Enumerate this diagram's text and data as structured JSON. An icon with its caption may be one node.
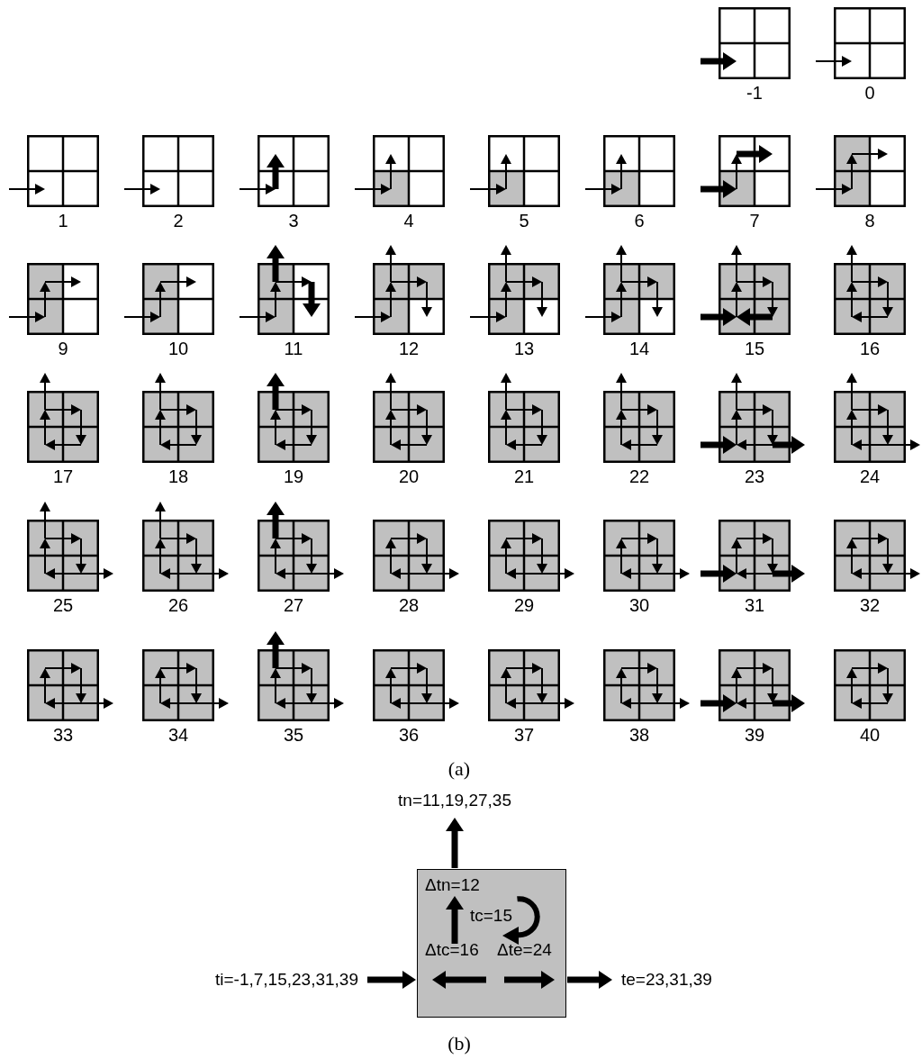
{
  "diagram": {
    "nodes": [
      {
        "text": [],
        "shape": "box",
        "beside": [
          "-1"
        ]
      },
      {
        "text": [],
        "shape": "box",
        "beside": [
          "0"
        ]
      },
      {
        "text": [],
        "shape": "box",
        "beside": [
          "1"
        ]
      },
      {
        "text": [],
        "shape": "box",
        "beside": [
          "2"
        ]
      },
      {
        "text": [],
        "shape": "box",
        "beside": [
          "3"
        ]
      },
      {
        "text": [],
        "shape": "box",
        "beside": [
          "4"
        ]
      },
      {
        "text": [],
        "shape": "box",
        "beside": [
          "5"
        ]
      },
      {
        "text": [],
        "shape": "box",
        "beside": [
          "6"
        ]
      },
      {
        "text": [],
        "shape": "box",
        "beside": [
          "7"
        ]
      },
      {
        "text": [],
        "shape": "box",
        "beside": [
          "8"
        ]
      },
      {
        "text": [],
        "shape": "box",
        "beside": [
          "9"
        ]
      },
      {
        "text": [],
        "shape": "box",
        "beside": [
          "10"
        ]
      },
      {
        "text": [],
        "shape": "box",
        "beside": [
          "11"
        ]
      },
      {
        "text": [],
        "shape": "box",
        "beside": [
          "12"
        ]
      },
      {
        "text": [],
        "shape": "box",
        "beside": [
          "13"
        ]
      },
      {
        "text": [],
        "shape": "box",
        "beside": [
          "14"
        ]
      },
      {
        "text": [],
        "shape": "box",
        "beside": [
          "15"
        ]
      },
      {
        "text": [],
        "shape": "box",
        "beside": [
          "16"
        ]
      },
      {
        "text": [],
        "shape": "box",
        "beside": [
          "17"
        ]
      },
      {
        "text": [],
        "shape": "box",
        "beside": [
          "18"
        ]
      },
      {
        "text": [],
        "shape": "box",
        "beside": [
          "19"
        ]
      },
      {
        "text": [],
        "shape": "box",
        "beside": [
          "20"
        ]
      },
      {
        "text": [],
        "shape": "box",
        "beside": [
          "21"
        ]
      },
      {
        "text": [],
        "shape": "box",
        "beside": [
          "22"
        ]
      },
      {
        "text": [],
        "shape": "box",
        "beside": [
          "23"
        ]
      },
      {
        "text": [],
        "shape": "box",
        "beside": [
          "24"
        ]
      },
      {
        "text": [],
        "shape": "box",
        "beside": [
          "25"
        ]
      },
      {
        "text": [],
        "shape": "box",
        "beside": [
          "26"
        ]
      },
      {
        "text": [],
        "shape": "box",
        "beside": [
          "27"
        ]
      },
      {
        "text": [],
        "shape": "box",
        "beside": [
          "28"
        ]
      },
      {
        "text": [],
        "shape": "box",
        "beside": [
          "29"
        ]
      },
      {
        "text": [],
        "shape": "box",
        "beside": [
          "30"
        ]
      },
      {
        "text": [],
        "shape": "box",
        "beside": [
          "31"
        ]
      },
      {
        "text": [],
        "shape": "box",
        "beside": [
          "32"
        ]
      },
      {
        "text": [],
        "shape": "box",
        "beside": [
          "33"
        ]
      },
      {
        "text": [],
        "shape": "box",
        "beside": [
          "34"
        ]
      },
      {
        "text": [],
        "shape": "box",
        "beside": [
          "35"
        ]
      },
      {
        "text": [],
        "shape": "box",
        "beside": [
          "36"
        ]
      },
      {
        "text": [],
        "shape": "box",
        "beside": [
          "37"
        ]
      },
      {
        "text": [],
        "shape": "box",
        "beside": [
          "38"
        ]
      },
      {
        "text": [],
        "shape": "box",
        "beside": [
          "39"
        ]
      },
      {
        "text": [],
        "shape": "box",
        "beside": [
          "40"
        ]
      },
      {
        "text": [
          "tn=11,19,27,35"
        ]
      },
      {
        "text": [
          "ti=-1,7,15,23,31,39"
        ]
      },
      {
        "text": [
          "Δtn=12",
          "tc=15",
          "Δtc=16",
          "Δte=24"
        ]
      },
      {
        "text": [
          "te=23,31,39"
        ]
      }
    ],
    "edges": [
      {
        "from": 44,
        "to": 42,
        "arrow": "to"
      },
      {
        "from": 43,
        "to": 44,
        "arrow": "to"
      },
      {
        "from": 44,
        "to": 45,
        "arrow": "to"
      }
    ],
    "labels": [
      "(a)",
      "(b)"
    ]
  }
}
